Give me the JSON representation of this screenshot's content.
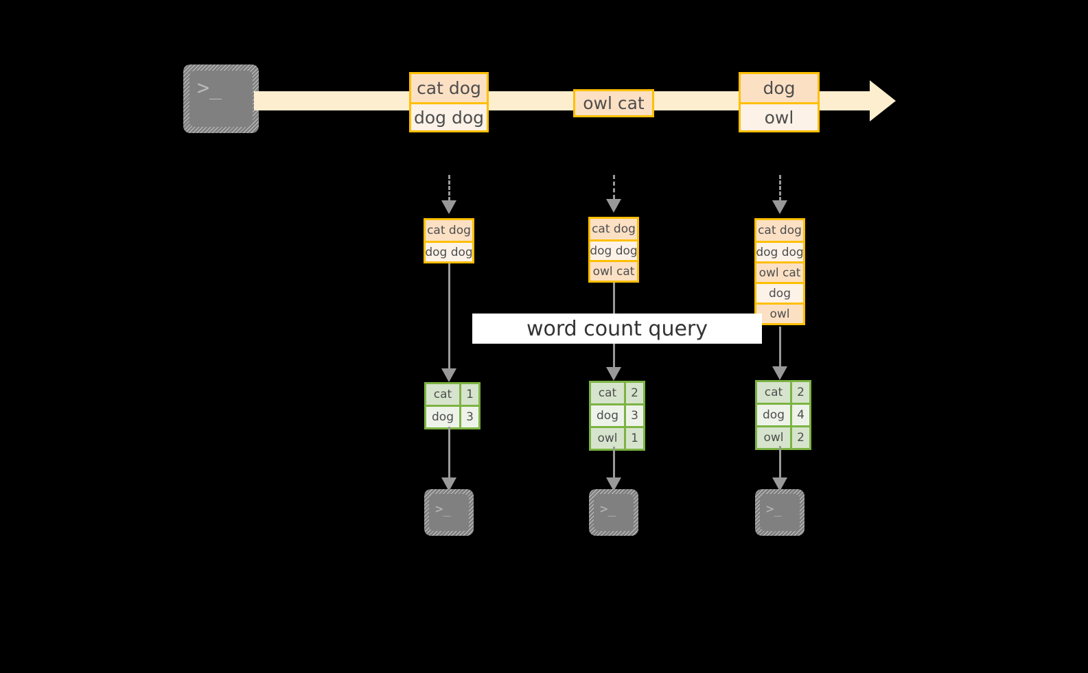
{
  "diagram": {
    "title_label": "word count query",
    "colors": {
      "stream_fill": "#fdeecf",
      "msg_border": "#ffbf00",
      "msg_fill_dark": "#fce0c4",
      "msg_fill_light": "#fdf2e8",
      "table_border": "#7cb342",
      "table_fill_dark": "#d7e4cd",
      "table_fill_light": "#eef3ea",
      "terminal_fill": "#808080",
      "arrow_gray": "#999999",
      "background": "#000000"
    },
    "source": {
      "icon": "terminal-prompt-icon",
      "glyph": ">_"
    },
    "stream_messages": [
      {
        "lines": [
          "cat dog",
          "dog dog"
        ]
      },
      {
        "lines": [
          "owl cat"
        ]
      },
      {
        "lines": [
          "dog",
          "owl"
        ]
      }
    ],
    "snapshots": [
      {
        "accumulated": [
          "cat dog",
          "dog dog"
        ],
        "result": {
          "rows": [
            {
              "word": "cat",
              "count": "1"
            },
            {
              "word": "dog",
              "count": "3"
            }
          ]
        },
        "sink": {
          "icon": "terminal-prompt-icon",
          "glyph": ">_"
        }
      },
      {
        "accumulated": [
          "cat dog",
          "dog dog",
          "owl cat"
        ],
        "result": {
          "rows": [
            {
              "word": "cat",
              "count": "2"
            },
            {
              "word": "dog",
              "count": "3"
            },
            {
              "word": "owl",
              "count": "1"
            }
          ]
        },
        "sink": {
          "icon": "terminal-prompt-icon",
          "glyph": ">_"
        }
      },
      {
        "accumulated": [
          "cat dog",
          "dog dog",
          "owl cat",
          "dog",
          "owl"
        ],
        "result": {
          "rows": [
            {
              "word": "cat",
              "count": "2"
            },
            {
              "word": "dog",
              "count": "4"
            },
            {
              "word": "owl",
              "count": "2"
            }
          ]
        },
        "sink": {
          "icon": "terminal-prompt-icon",
          "glyph": ">_"
        }
      }
    ]
  }
}
